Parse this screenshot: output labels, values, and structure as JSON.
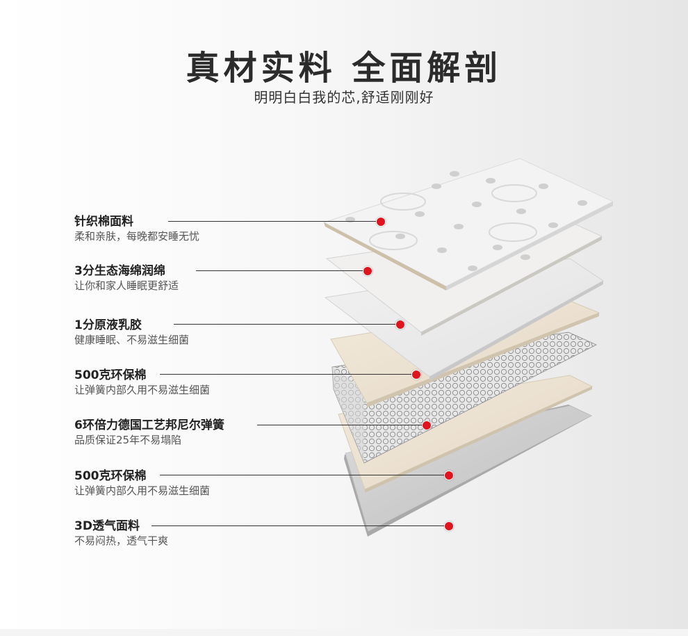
{
  "header": {
    "title": "真材实料 全面解剖",
    "subtitle": "明明白白我的芯,舒适刚刚好"
  },
  "layers": [
    {
      "name": "针织棉面料",
      "desc": "柔和亲肤，每晚都安睡无忧"
    },
    {
      "name": "3分生态海绵润绵",
      "desc": "让你和家人睡眠更舒适"
    },
    {
      "name": "1分原液乳胶",
      "desc": "健康睡眠、不易滋生细菌"
    },
    {
      "name": "500克环保棉",
      "desc": "让弹簧内部久用不易滋生细菌"
    },
    {
      "name": "6环倍力德国工艺邦尼尔弹簧",
      "desc": "品质保证25年不易塌陷"
    },
    {
      "name": "500克环保棉",
      "desc": "让弹簧内部久用不易滋生细菌"
    },
    {
      "name": "3D透气面料",
      "desc": "不易闷热，透气干爽"
    }
  ],
  "colors": {
    "marker": "#e0141e",
    "title": "#2b2b2b"
  }
}
